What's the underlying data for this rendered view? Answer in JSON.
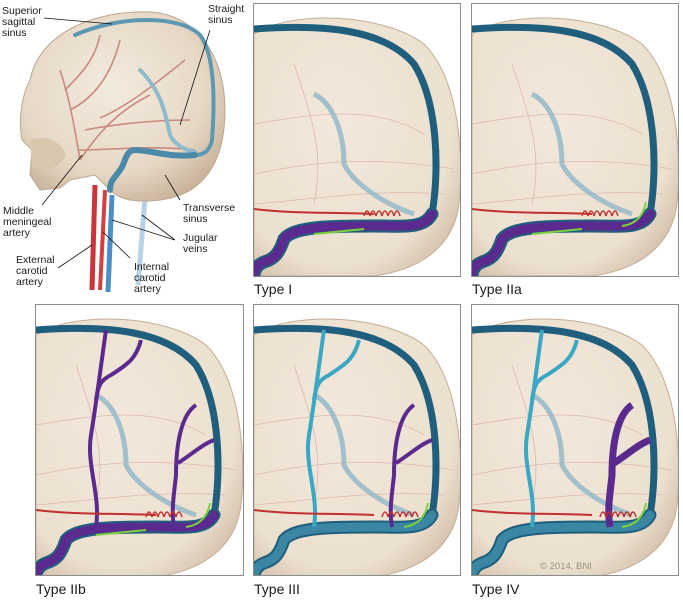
{
  "figure": {
    "overview": {
      "labels": {
        "superior_sagittal_sinus": "Superior\nsagittal\nsinus",
        "straight_sinus": "Straight\nsinus",
        "middle_meningeal_artery": "Middle\nmeningeal\nartery",
        "transverse_sinus": "Transverse\nsinus",
        "jugular_veins": "Jugular\nveins",
        "external_carotid_artery": "External\ncarotid\nartery",
        "internal_carotid_artery": "Internal\ncarotid\nartery"
      }
    },
    "panels": [
      {
        "id": "type-i",
        "title": "Type I",
        "drainage": "sinus",
        "reflux": "none",
        "cortical_veins_shown": false
      },
      {
        "id": "type-iia",
        "title": "Type IIa",
        "drainage": "sinus",
        "reflux": "sinus",
        "cortical_veins_shown": false
      },
      {
        "id": "type-iib",
        "title": "Type IIb",
        "drainage": "sinus",
        "reflux": "sinus+cortical",
        "cortical_veins_shown": true
      },
      {
        "id": "type-iii",
        "title": "Type III",
        "drainage": "cortical",
        "reflux": "cortical",
        "cortical_veins_shown": true
      },
      {
        "id": "type-iv",
        "title": "Type IV",
        "drainage": "cortical",
        "reflux": "cortical+ectasia",
        "cortical_veins_shown": true
      }
    ],
    "copyright": "© 2014, BNI",
    "colors": {
      "skull": "#ece0cf",
      "skull_shadow": "#cdb9a3",
      "sinus": "#3a86a3",
      "sinus_dark": "#1f5f7d",
      "cortical_normal": "#3aa7c4",
      "arterialized": "#5b2a8f",
      "artery": "#c0302f",
      "flow_arrow": "#7cd23a",
      "panel_border": "#8c8c8c"
    }
  }
}
